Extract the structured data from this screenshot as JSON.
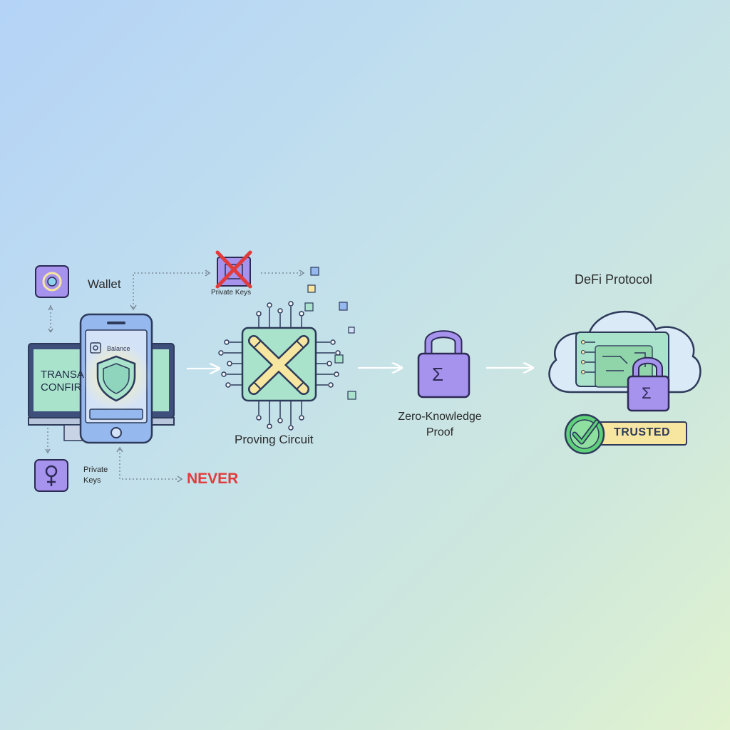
{
  "labels": {
    "wallet": "Wallet",
    "private_keys_top": "Private Keys",
    "private_keys_bottom_line1": "Private",
    "private_keys_bottom_line2": "Keys",
    "never": "NEVER",
    "laptop_line1": "TRANSA",
    "laptop_line2": "CONFIR",
    "phone_fragment": "Balance",
    "proving_circuit": "Proving Circuit",
    "zk_line1": "Zero-Knowledge",
    "zk_line2": "Proof",
    "defi": "DeFi Protocol",
    "trusted": "TRUSTED",
    "sigma": "Σ"
  },
  "colors": {
    "purple": "#9d8cef",
    "purple_dark": "#3d3470",
    "green": "#a9e3cc",
    "yellow": "#f7e6a0",
    "blue_device": "#95b8ef",
    "red": "#e23b3b",
    "check_green": "#5fd07a",
    "cloud": "#dbeaf7"
  },
  "icons": {
    "wallet_app_icon": "circle-target-icon",
    "key_app_icon": "female-symbol-icon",
    "shield": "shield-icon",
    "crossed_keys": "x-mark-icon",
    "lock": "padlock-icon",
    "check": "check-circle-icon"
  }
}
